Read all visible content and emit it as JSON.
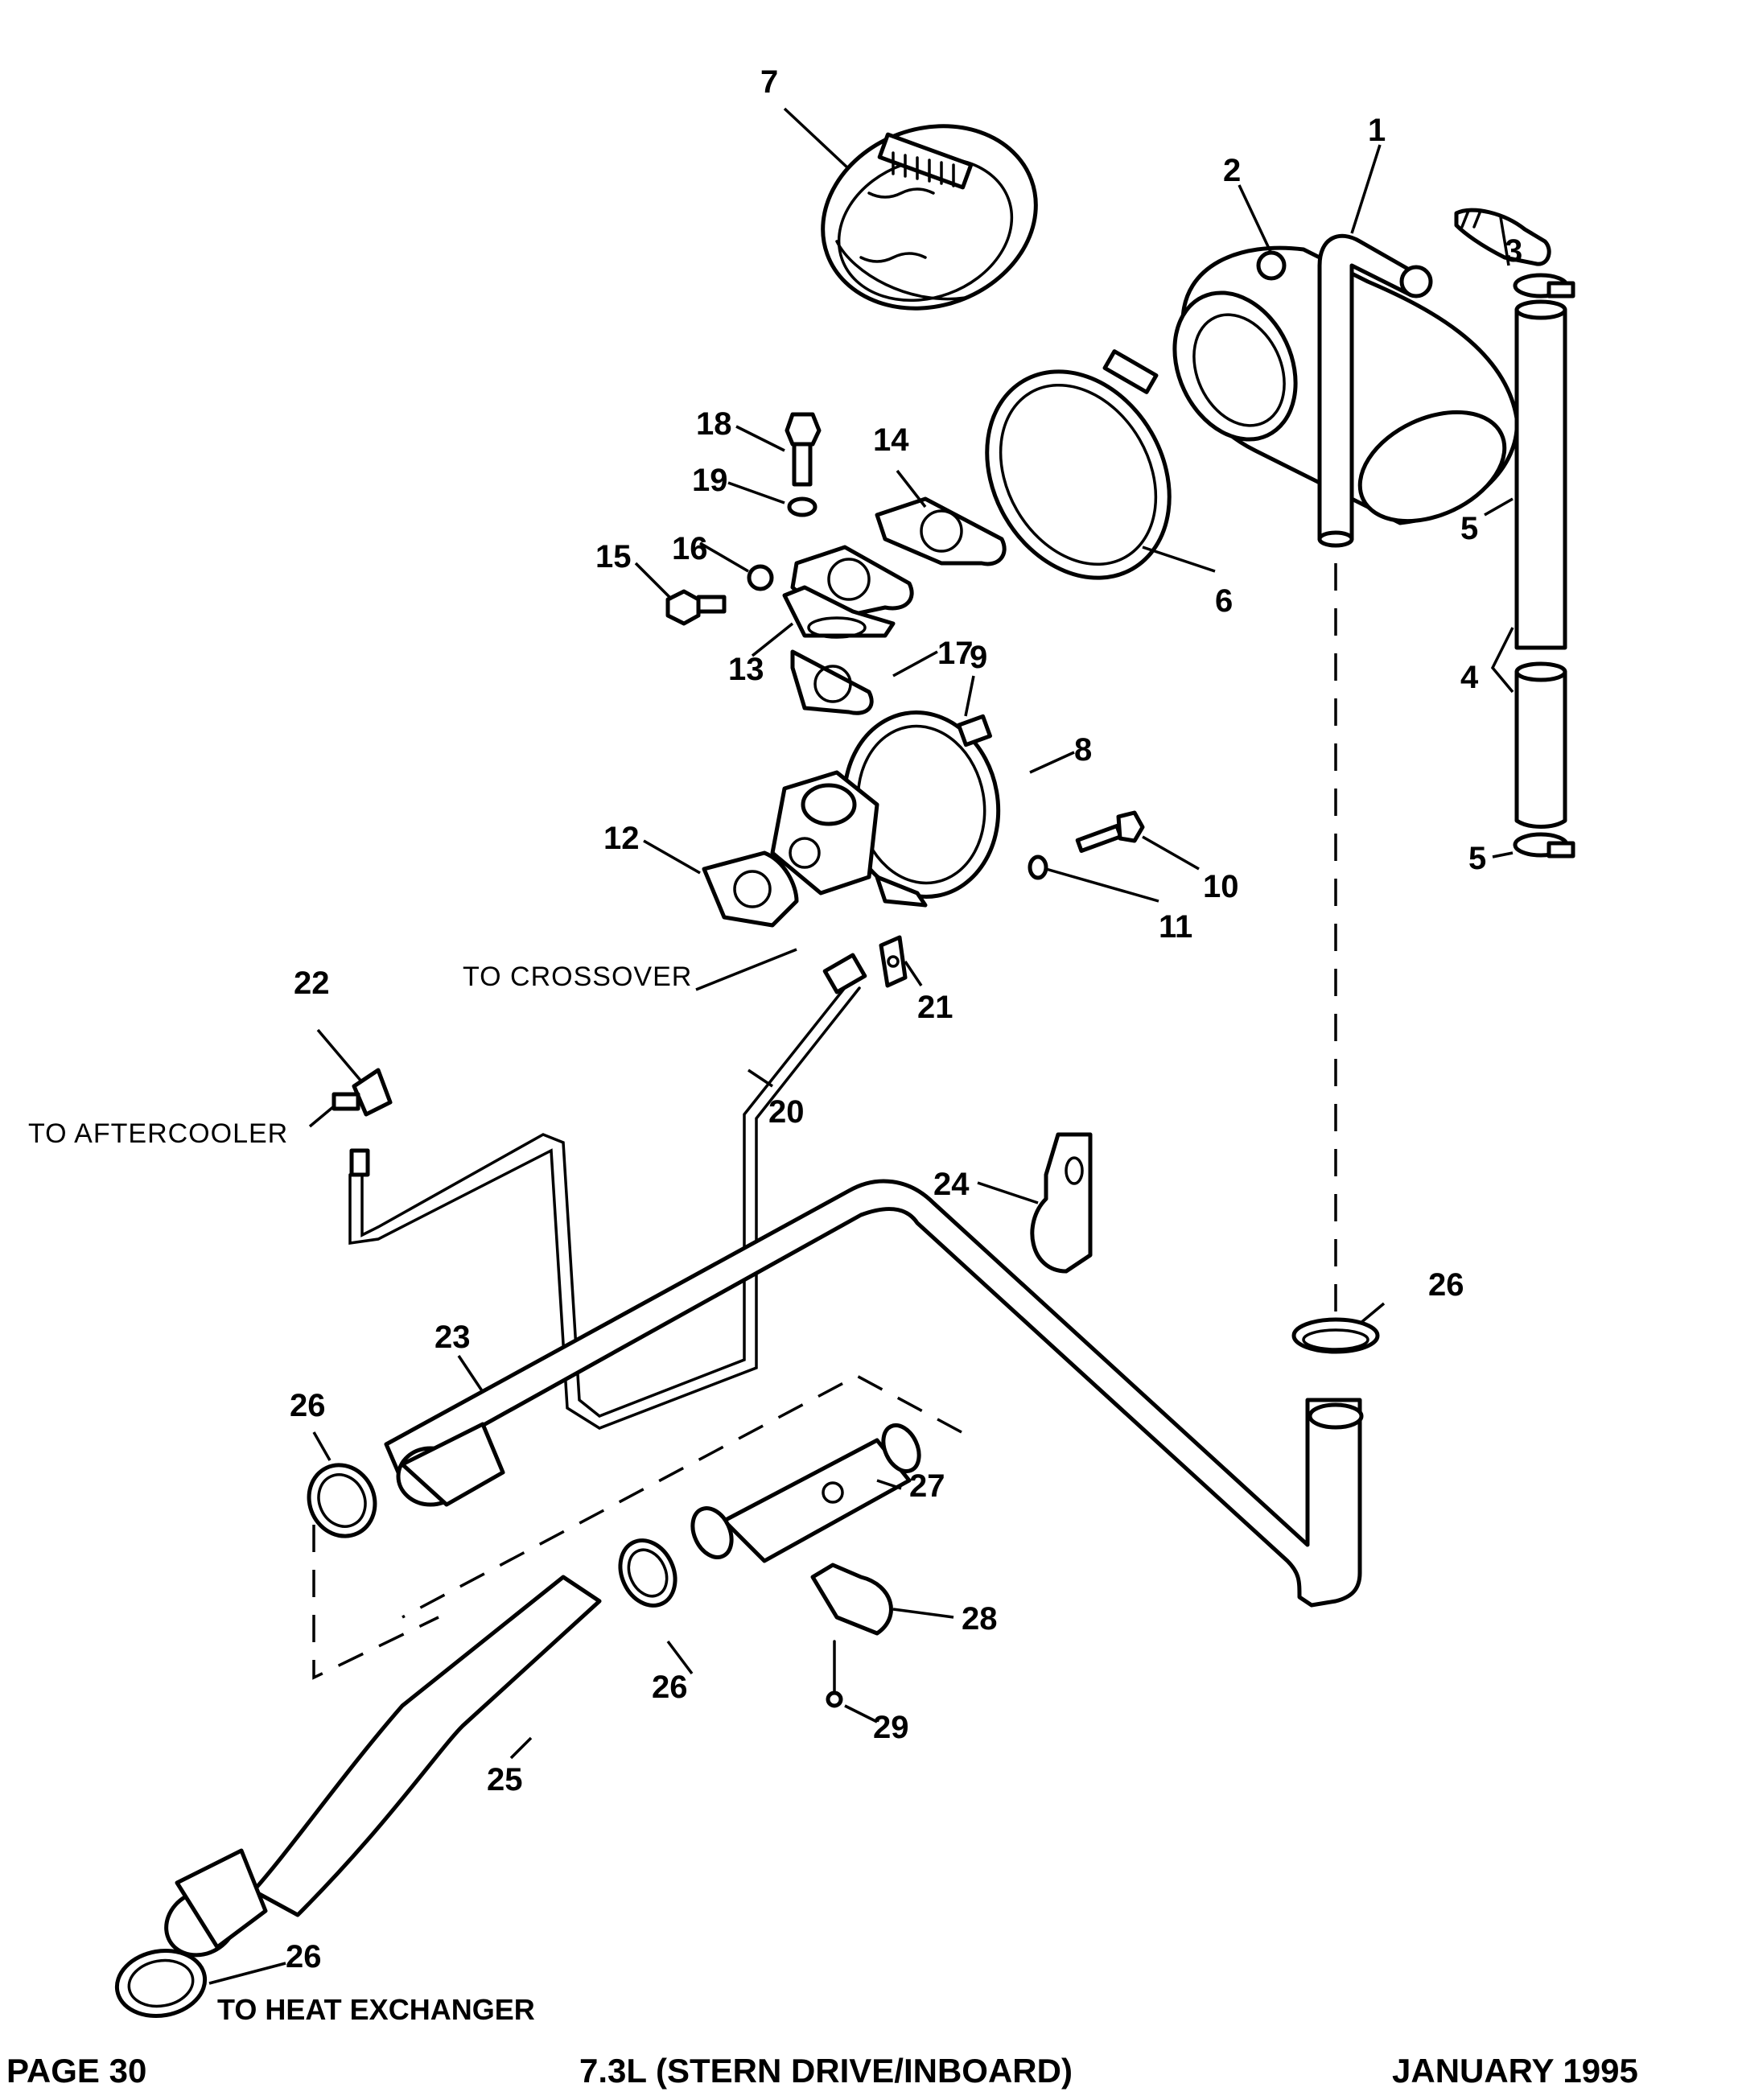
{
  "diagram": {
    "title": "Turbocharger Exhaust / Water Hose Exploded View",
    "callouts": [
      {
        "id": "1",
        "label": "1"
      },
      {
        "id": "2",
        "label": "2"
      },
      {
        "id": "3",
        "label": "3"
      },
      {
        "id": "4",
        "label": "4"
      },
      {
        "id": "5a",
        "label": "5"
      },
      {
        "id": "5b",
        "label": "5"
      },
      {
        "id": "6",
        "label": "6"
      },
      {
        "id": "7",
        "label": "7"
      },
      {
        "id": "8",
        "label": "8"
      },
      {
        "id": "9",
        "label": "9"
      },
      {
        "id": "10",
        "label": "10"
      },
      {
        "id": "11",
        "label": "11"
      },
      {
        "id": "12",
        "label": "12"
      },
      {
        "id": "13",
        "label": "13"
      },
      {
        "id": "14",
        "label": "14"
      },
      {
        "id": "15",
        "label": "15"
      },
      {
        "id": "16",
        "label": "16"
      },
      {
        "id": "17",
        "label": "17"
      },
      {
        "id": "18",
        "label": "18"
      },
      {
        "id": "19",
        "label": "19"
      },
      {
        "id": "20",
        "label": "20"
      },
      {
        "id": "21",
        "label": "21"
      },
      {
        "id": "22",
        "label": "22"
      },
      {
        "id": "23",
        "label": "23"
      },
      {
        "id": "24",
        "label": "24"
      },
      {
        "id": "25",
        "label": "25"
      },
      {
        "id": "26a",
        "label": "26"
      },
      {
        "id": "26b",
        "label": "26"
      },
      {
        "id": "26c",
        "label": "26"
      },
      {
        "id": "26d",
        "label": "26"
      },
      {
        "id": "27",
        "label": "27"
      },
      {
        "id": "28",
        "label": "28"
      },
      {
        "id": "29",
        "label": "29"
      }
    ],
    "notes": {
      "to_crossover": "TO CROSSOVER",
      "to_aftercooler": "TO AFTERCOOLER",
      "to_heat_exchanger": "TO HEAT EXCHANGER"
    }
  },
  "footer": {
    "page": "PAGE 30",
    "model": "7.3L (STERN DRIVE/INBOARD)",
    "date": "JANUARY 1995"
  }
}
